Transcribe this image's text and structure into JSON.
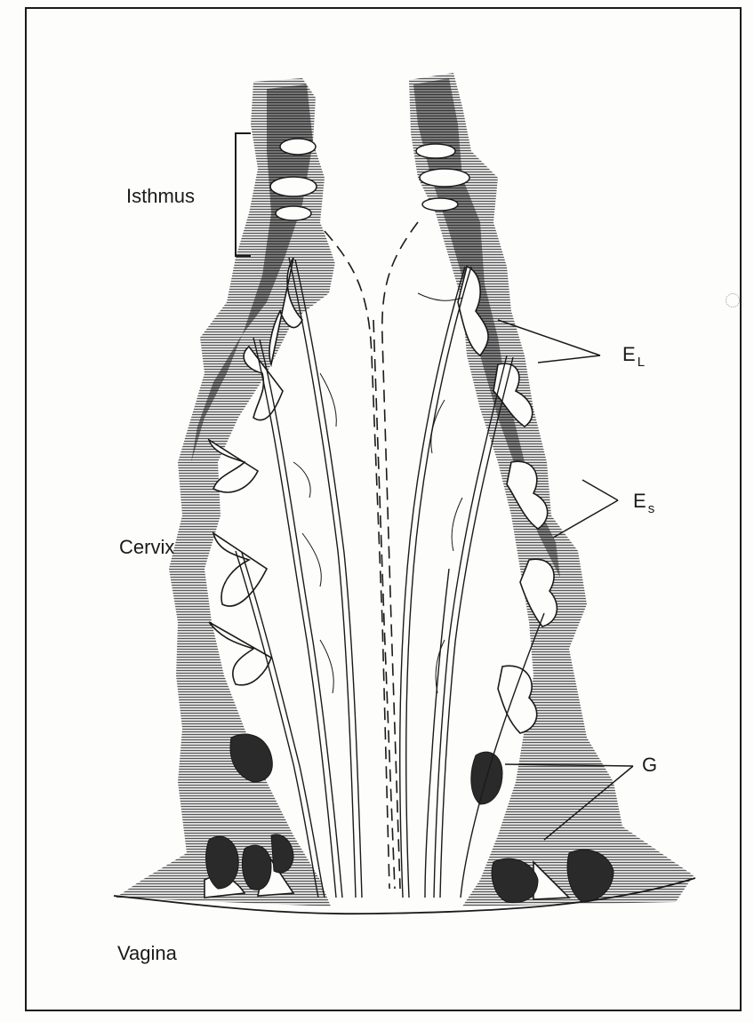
{
  "labels": {
    "isthmus": "Isthmus",
    "cervix": "Cervix",
    "vagina": "Vagina",
    "el_main": "E",
    "el_sub": "L",
    "es_main": "E",
    "es_sub": "s",
    "g": "G"
  },
  "colors": {
    "ink": "#1a1a1a",
    "stroma_dark": "#3a3a3a",
    "stroma_mid": "#8a8a8a",
    "stroma_light": "#c4c4c4",
    "gland_dark": "#2a2a2a",
    "paper": "#fdfdfb"
  }
}
